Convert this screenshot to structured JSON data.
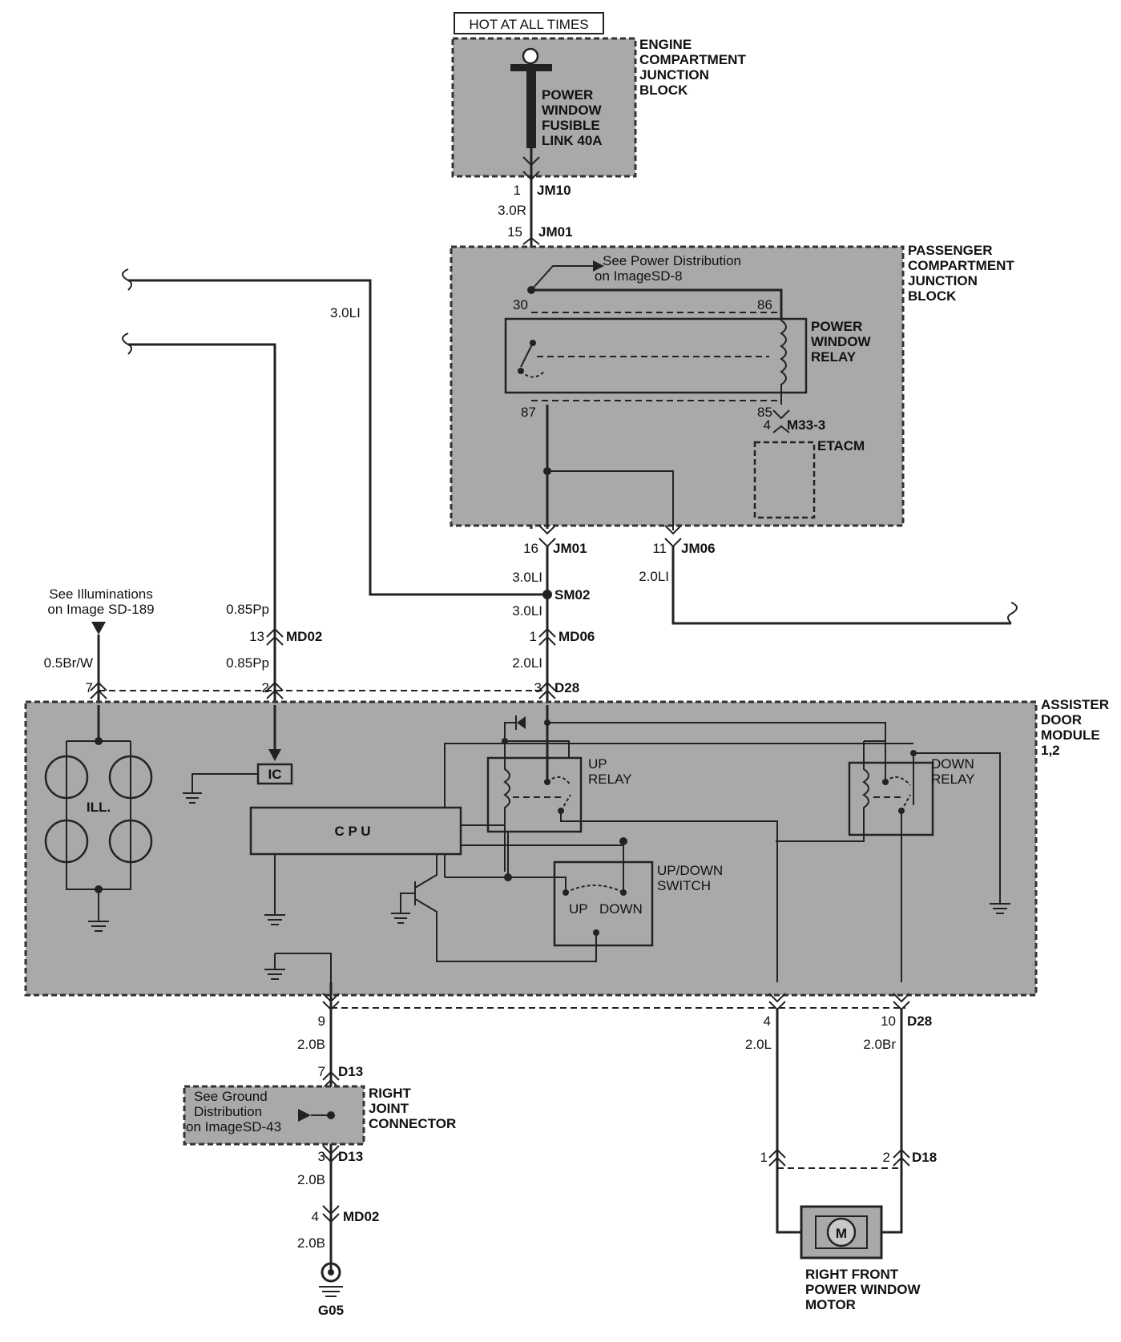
{
  "banner": "HOT AT ALL TIMES",
  "blocks": {
    "engine_jb": [
      "ENGINE",
      "COMPARTMENT",
      "JUNCTION",
      "BLOCK"
    ],
    "fusible_link": [
      "POWER",
      "WINDOW",
      "FUSIBLE",
      "LINK 40A"
    ],
    "passenger_jb": [
      "PASSENGER",
      "COMPARTMENT",
      "JUNCTION",
      "BLOCK"
    ],
    "power_relay": [
      "POWER",
      "WINDOW",
      "RELAY"
    ],
    "etacm": "ETACM",
    "assister": [
      "ASSISTER",
      "DOOR",
      "MODULE",
      "1,2"
    ],
    "right_joint": [
      "RIGHT",
      "JOINT",
      "CONNECTOR"
    ],
    "motor": [
      "RIGHT FRONT",
      "POWER WINDOW",
      "MOTOR"
    ]
  },
  "refs": {
    "power_dist": [
      "See Power Distribution",
      "on ImageSD-8"
    ],
    "illum": [
      "See Illuminations",
      "on Image SD-189"
    ],
    "ground_dist": [
      "See Ground",
      "Distribution",
      "on ImageSD-43"
    ]
  },
  "components": {
    "ill": "ILL.",
    "ic": "IC",
    "cpu": "C   P   U",
    "up_relay": [
      "UP",
      "RELAY"
    ],
    "down_relay": [
      "DOWN",
      "RELAY"
    ],
    "switch": [
      "UP/DOWN",
      "SWITCH"
    ],
    "sw_up": "UP",
    "sw_down": "DOWN",
    "motor_m": "M",
    "ground": "G05"
  },
  "connectors": {
    "jm10": {
      "pin": "1",
      "id": "JM10"
    },
    "jm01_top": {
      "pin": "15",
      "id": "JM01"
    },
    "jm01_bot": {
      "pin": "16",
      "id": "JM01"
    },
    "jm06": {
      "pin": "11",
      "id": "JM06"
    },
    "m33": {
      "pin": "4",
      "id": "M33-3"
    },
    "sm02": "SM02",
    "md06": {
      "pin": "1",
      "id": "MD06"
    },
    "md02_top": {
      "pin": "13",
      "id": "MD02"
    },
    "d28_top": {
      "pin": "3",
      "id": "D28"
    },
    "d28_pin2": "2",
    "d28_pin7": "7",
    "d28_pin9": "9",
    "d28_pin4": "4",
    "d28_bot": {
      "pin": "10",
      "id": "D28"
    },
    "d13_top": {
      "pin": "7",
      "id": "D13"
    },
    "d13_bot": {
      "pin": "3",
      "id": "D13"
    },
    "md02_bot": {
      "pin": "4",
      "id": "MD02"
    },
    "d18_pin1": "1",
    "d18": {
      "pin": "2",
      "id": "D18"
    }
  },
  "relay_pins": {
    "p30": "30",
    "p86": "86",
    "p87": "87",
    "p85": "85"
  },
  "wires": {
    "w30r": "3.0R",
    "w30li_left": "3.0LI",
    "w30li_a": "3.0LI",
    "w30li_b": "3.0LI",
    "w20li_jm06": "2.0LI",
    "w20li_d28": "2.0LI",
    "w085pp_a": "0.85Pp",
    "w085pp_b": "0.85Pp",
    "w05brw": "0.5Br/W",
    "w20b_a": "2.0B",
    "w20b_b": "2.0B",
    "w20b_c": "2.0B",
    "w20l": "2.0L",
    "w20br": "2.0Br"
  }
}
